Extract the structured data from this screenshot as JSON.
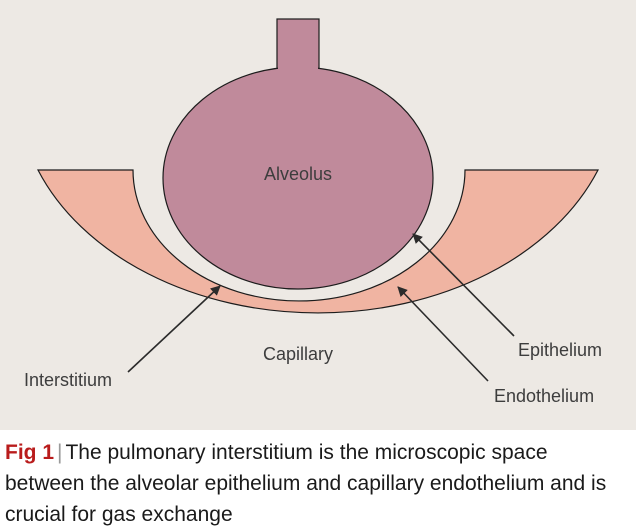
{
  "diagram": {
    "labels": {
      "alveolus": "Alveolus",
      "capillary": "Capillary",
      "interstitium": "Interstitium",
      "epithelium": "Epithelium",
      "endothelium": "Endothelium"
    },
    "colors": {
      "background": "#ede9e4",
      "alveolus_fill": "#c08a9b",
      "alveolus_stroke": "#1c1c1c",
      "capillary_fill": "#f0b4a2",
      "capillary_stroke": "#1c1c1c",
      "arrow": "#2b2b2b",
      "text": "#3d3d3d"
    }
  },
  "caption": {
    "label": "Fig 1",
    "separator": "|",
    "text": "The pulmonary interstitium is the microscopic space between the alveolar epithelium and capillary endothelium and is crucial for gas exchange",
    "label_color": "#b91c1c"
  }
}
